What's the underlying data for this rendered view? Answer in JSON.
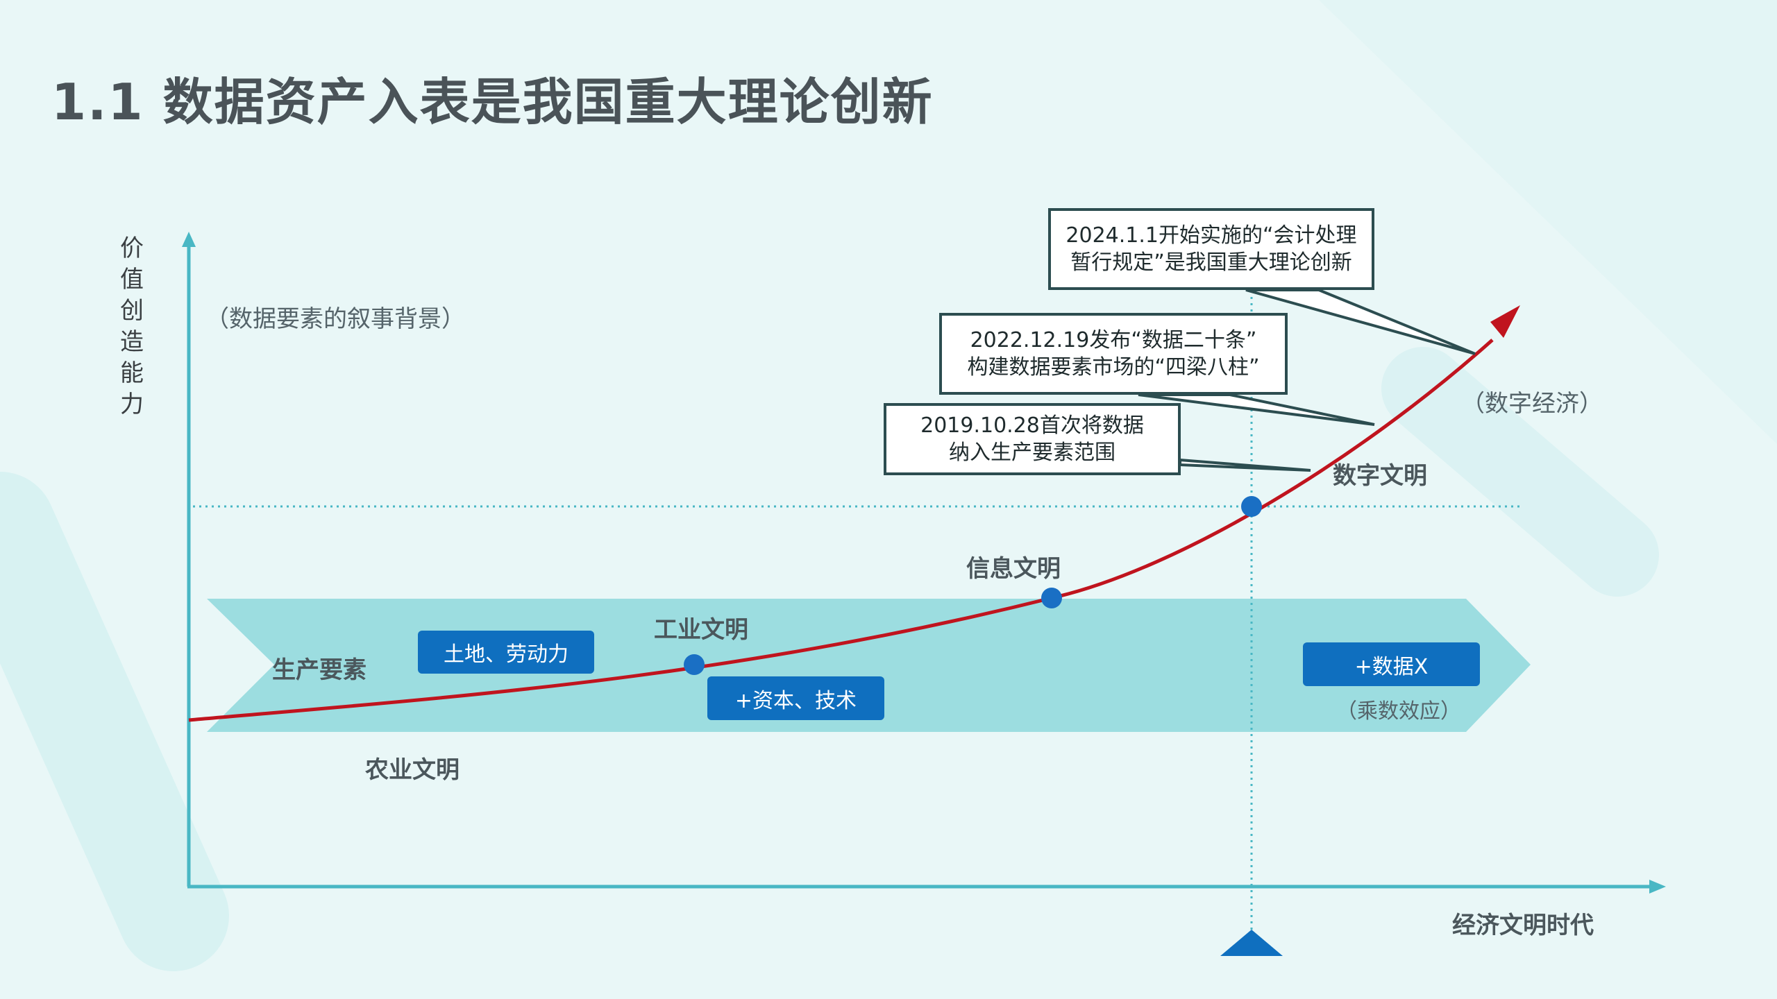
{
  "title": "1.1 数据资产入表是我国重大理论创新",
  "y_axis_label": "价值创造能力",
  "x_axis_label": "经济文明时代",
  "narrative_label": "（数据要素的叙事背景）",
  "digital_economy_label": "（数字经济）",
  "band_label": "生产要素",
  "eras": {
    "agriculture": "农业文明",
    "industry": "工业文明",
    "information": "信息文明",
    "digital": "数字文明"
  },
  "factor_boxes": {
    "land_labor": "土地、劳动力",
    "capital_tech": "+资本、技术",
    "data_x": "+数据X"
  },
  "multiplier_label": "（乘数效应）",
  "callouts": {
    "c2019": {
      "line1": "2019.10.28首次将数据",
      "line2": "纳入生产要素范围"
    },
    "c2022": {
      "line1": "2022.12.19发布“数据二十条”",
      "line2": "构建数据要素市场的“四梁八柱”"
    },
    "c2024": {
      "line1": "2024.1.1开始实施的“会计处理",
      "line2": "暂行规定”是我国重大理论创新"
    }
  },
  "colors": {
    "curve": "#c0141e",
    "axis": "#49b7c4",
    "band": "#9cdde0",
    "box": "#0f6fbf",
    "marker": "#1a6fc4",
    "callout_border": "#2c4d50"
  }
}
